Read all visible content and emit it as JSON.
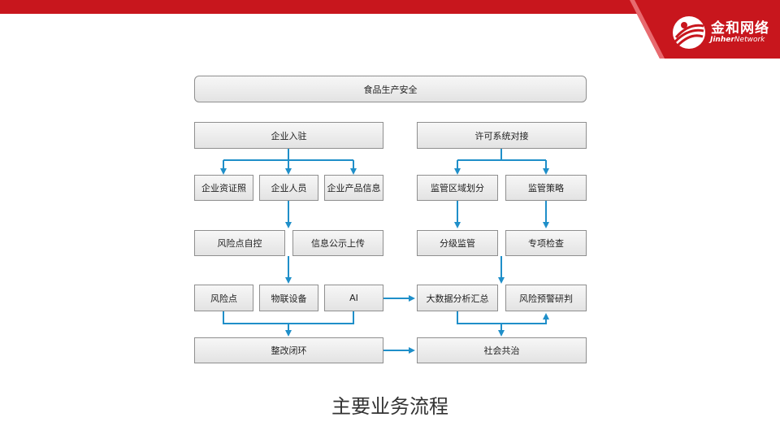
{
  "logo": {
    "cn": "金和网络",
    "en_bold": "Jinher",
    "en_light": "Network"
  },
  "colors": {
    "brand": "#c8161d",
    "arrow": "#1f8fc9"
  },
  "boxes": {
    "food_safety": "食品生产安全",
    "enterprise_entry": "企业入驻",
    "license_system": "许可系统对接",
    "qualification": "企业资证照",
    "personnel": "企业人员",
    "product_info": "企业产品信息",
    "region_division": "监管区域划分",
    "strategy": "监管策略",
    "risk_self_control": "风险点自控",
    "info_publish": "信息公示上传",
    "graded_supervision": "分级监管",
    "special_inspection": "专项检查",
    "risk_point": "风险点",
    "iot_device": "物联设备",
    "ai": "AI",
    "big_data": "大数据分析汇总",
    "risk_warning": "风险预警研判",
    "rectify": "整改闭环",
    "social_governance": "社会共治"
  },
  "caption": "主要业务流程"
}
